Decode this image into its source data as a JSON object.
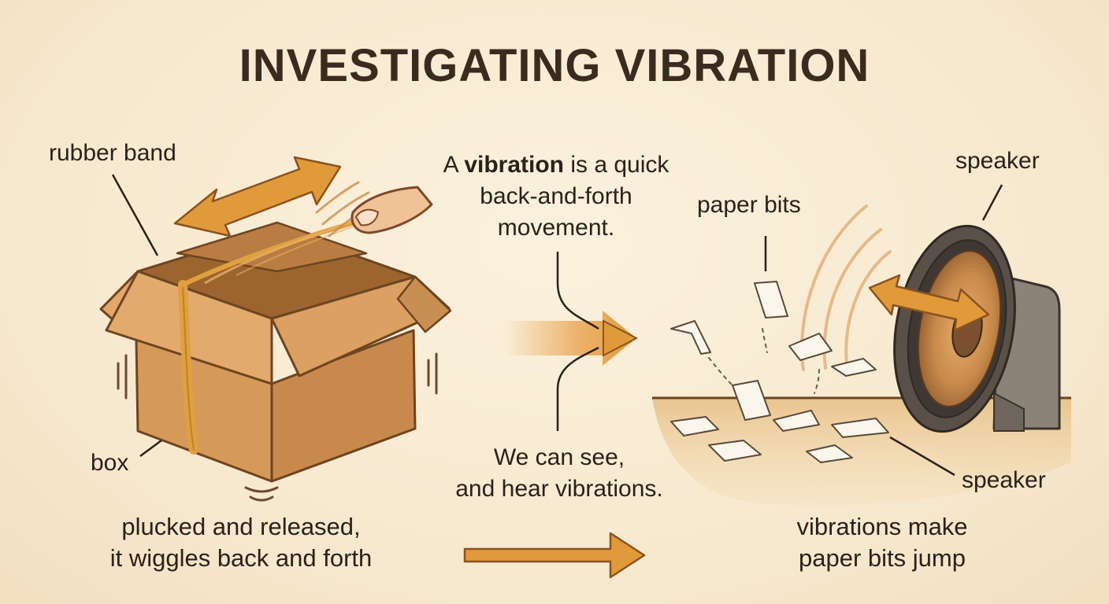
{
  "title": "INVESTIGATING VIBRATION",
  "labels": {
    "rubber_band": "rubber band",
    "box": "box",
    "paper_bits": "paper bits",
    "speaker_top": "speaker",
    "speaker_bottom": "speaker"
  },
  "definition": {
    "part1": "A ",
    "keyword": "vibration",
    "part2": " is a quick",
    "line2": "back-and-forth",
    "line3": "movement."
  },
  "observation": {
    "line1": "We can see,",
    "line2": "and hear vibrations."
  },
  "captions": {
    "left_line1": "plucked and released,",
    "left_line2": "it wiggles back and forth",
    "right_line1": "vibrations make",
    "right_line2": "paper bits jump"
  },
  "colors": {
    "background": "#f6e8cd",
    "cardboard": "#c98f52",
    "rubber_band": "#e0a040",
    "arrow": "#e19a3a",
    "text": "#2a211a",
    "speaker": "#5a5048"
  },
  "icons": [
    "finger-icon",
    "motion-arrow-icon",
    "speaker-icon",
    "paper-bit-icon"
  ]
}
